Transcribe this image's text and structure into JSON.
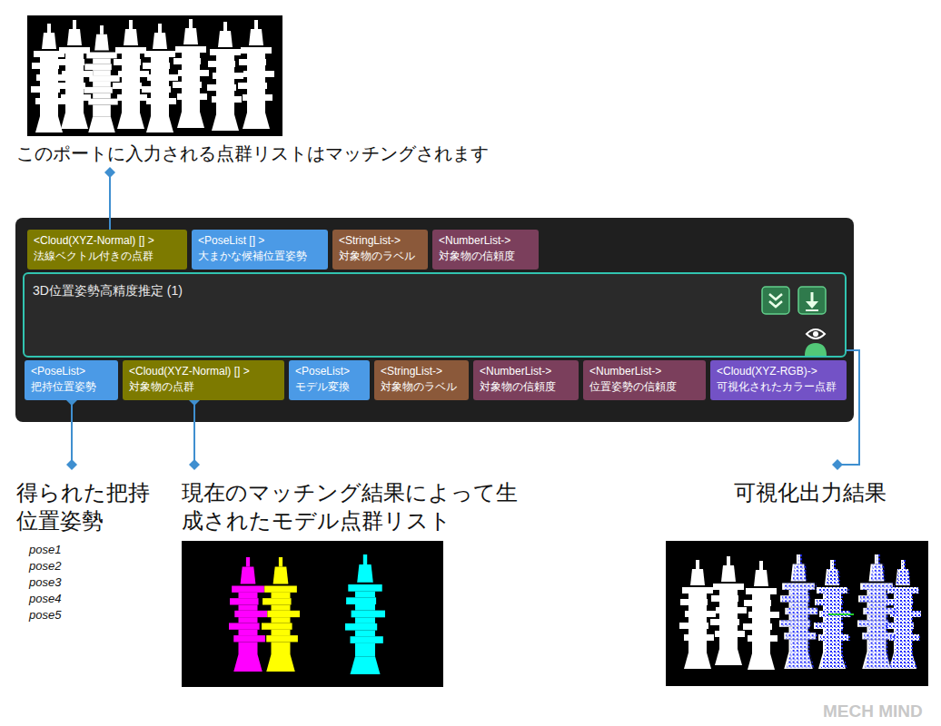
{
  "diagram": {
    "nodes": [
      {
        "text": [
          "<Cloud(XYZ-Normal) [] >",
          "法線ベクトル付きの点群"
        ]
      },
      {
        "text": [
          "<PoseList [] >",
          "大まかな候補位置姿勢"
        ]
      },
      {
        "text": [
          "<StringList->",
          "対象物のラベル"
        ]
      },
      {
        "text": [
          "<NumberList->",
          "対象物の信頼度"
        ]
      },
      {
        "text": [
          "3D位置姿勢高精度推定 (1)"
        ]
      },
      {
        "text": [
          "<PoseList>",
          "把持位置姿勢"
        ]
      },
      {
        "text": [
          "<Cloud(XYZ-Normal) [] >",
          "対象物の点群"
        ]
      },
      {
        "text": [
          "<PoseList>",
          "モデル変換"
        ]
      },
      {
        "text": [
          "<StringList->",
          "対象物のラベル"
        ]
      },
      {
        "text": [
          "<NumberList->",
          "対象物の信頼度"
        ]
      },
      {
        "text": [
          "<NumberList->",
          "位置姿勢の信頼度"
        ]
      },
      {
        "text": [
          "<Cloud(XYZ-RGB)->",
          "可視化されたカラー点群"
        ]
      }
    ],
    "labels": [
      "このポートに入力される点群リストはマッチングされます",
      "得られた把持 位置姿勢",
      "現在のマッチング結果によって生 成されたモデル点群リスト",
      "可視化出力結果",
      "pose1",
      "pose2",
      "pose3",
      "pose4",
      "pose5",
      "MECH MIND"
    ]
  }
}
